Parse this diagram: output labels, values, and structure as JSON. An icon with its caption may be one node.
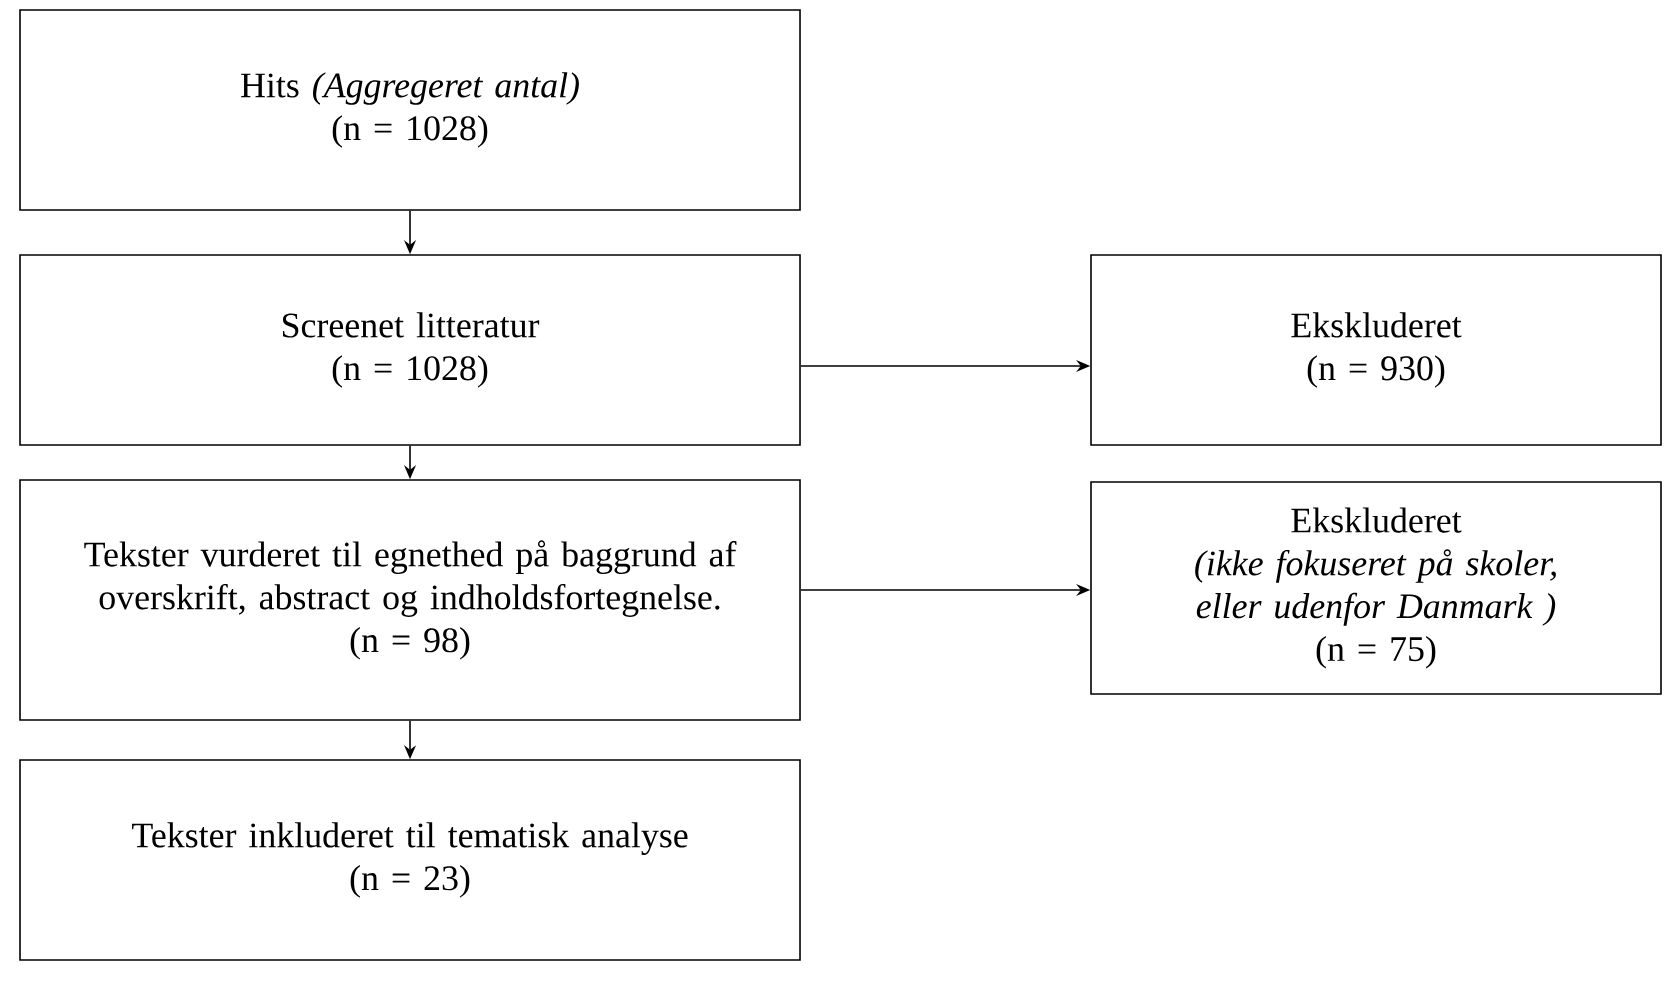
{
  "diagram": {
    "nodes": [
      {
        "text": [
          "Hits *(Aggregeret antal)*",
          "(n = 1028)"
        ]
      },
      {
        "text": [
          "Screenet litteratur",
          "(n = 1028)"
        ]
      },
      {
        "text": [
          "Ekskluderet",
          "(n = 930)"
        ]
      },
      {
        "text": [
          "Tekster vurderet til egnethed på baggrund af overskrift, abstract og indholdsfortegnelse.",
          "(n = 98)"
        ]
      },
      {
        "text": [
          "Ekskluderet",
          "(ikke fokuseret på skoler, eller udenfor Danmark )",
          "(n = 75)"
        ]
      },
      {
        "text": [
          "Tekster inkluderet til tematisk analyse",
          "(n = 23)"
        ]
      }
    ],
    "edges": [
      {
        "from": 0,
        "to": 1,
        "arrow": "to"
      },
      {
        "from": 1,
        "to": 2,
        "arrow": "to"
      },
      {
        "from": 1,
        "to": 3,
        "arrow": "to"
      },
      {
        "from": 3,
        "to": 4,
        "arrow": "to"
      },
      {
        "from": 3,
        "to": 5,
        "arrow": "to"
      }
    ]
  }
}
